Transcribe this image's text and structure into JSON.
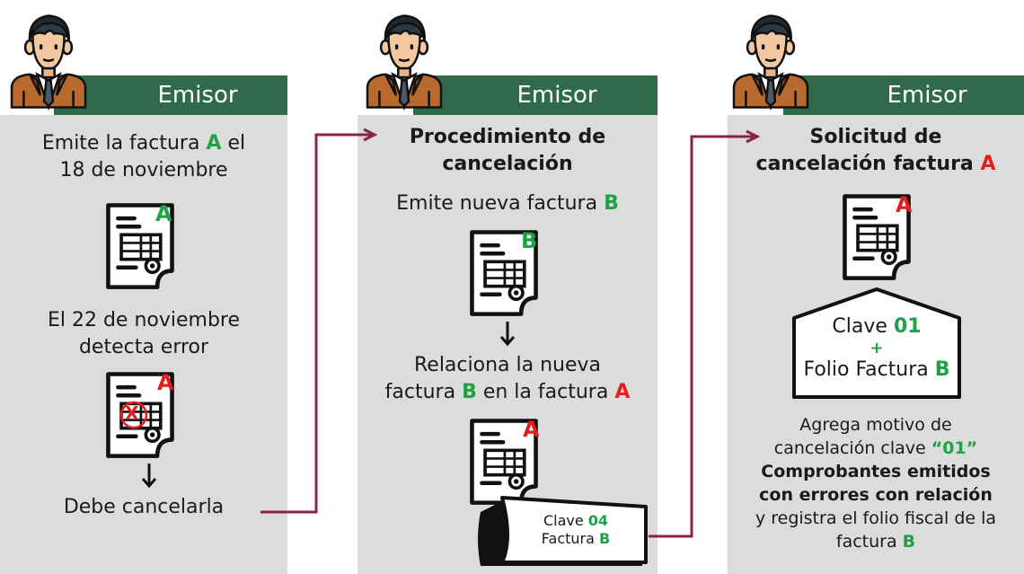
{
  "columns": [
    {
      "header": "Emisor",
      "lines": {
        "l1_pre": "Emite la factura ",
        "l1_letter": "A",
        "l1_post": " el",
        "l2": "18 de noviembre",
        "l3": "El 22 de noviembre",
        "l4": "detecta error",
        "l5": "Debe cancelarla"
      },
      "doc1_letter": "A",
      "doc2_letter": "A",
      "doc2_mark": "X"
    },
    {
      "header": "Emisor",
      "lines": {
        "title1": "Procedimiento de",
        "title2": "cancelación",
        "l1_pre": "Emite nueva factura ",
        "l1_letter": "B",
        "l2": "Relaciona la nueva",
        "l3_pre": "factura ",
        "l3_b": "B",
        "l3_mid": " en la factura ",
        "l3_a": "A"
      },
      "doc1_letter": "B",
      "doc2_letter": "A",
      "tag": {
        "line1_pre": "Clave ",
        "line1_code": "04",
        "line2_pre": "Factura ",
        "line2_letter": "B"
      }
    },
    {
      "header": "Emisor",
      "lines": {
        "title1": "Solicitud de",
        "title2_pre": "cancelación factura ",
        "title2_letter": "A",
        "p1": "Agrega motivo de",
        "p2_pre": "cancelación clave ",
        "p2_code": "“01”",
        "p3": "Comprobantes emitidos",
        "p4": "con errores con relación",
        "p5": "y registra el folio fiscal de la",
        "p6_pre": "factura ",
        "p6_letter": "B"
      },
      "doc_letter": "A",
      "box": {
        "line1_pre": "Clave ",
        "line1_code": "01",
        "plus": "+",
        "line3_pre": "Folio Factura ",
        "line3_letter": "B"
      }
    }
  ],
  "colors": {
    "band": "#2f6b4a",
    "panel": "#dcdcdc",
    "green": "#1fa246",
    "red": "#e51d1d",
    "connector": "#8b2346",
    "suit": "#b86a2e"
  },
  "icons": [
    "person-avatar-icon",
    "invoice-document-icon",
    "arrow-down-icon"
  ]
}
